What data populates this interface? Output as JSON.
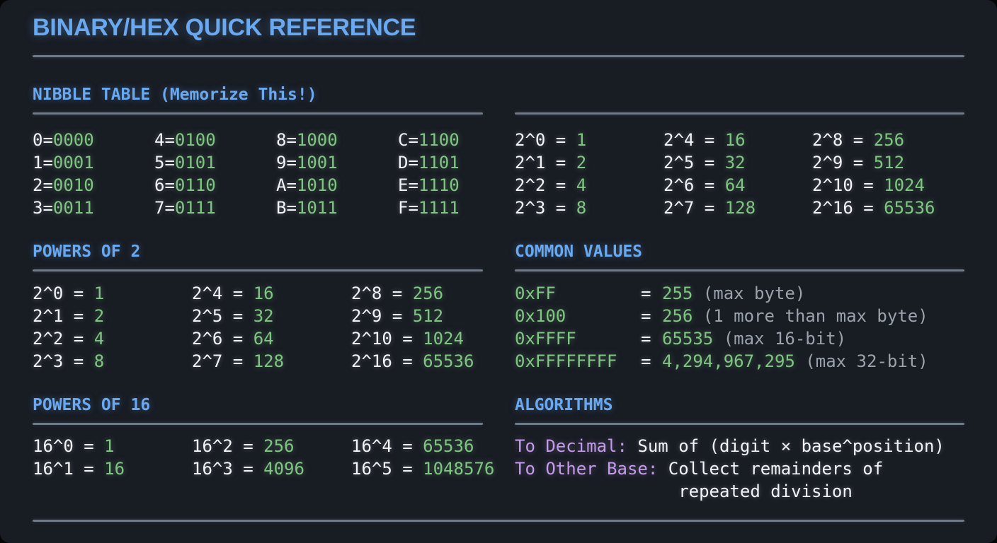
{
  "title": "BINARY/HEX QUICK REFERENCE",
  "colors": {
    "background": "#181c23",
    "accent_blue": "#6aa9f0",
    "value_green": "#81c584",
    "label_purple": "#c49bea",
    "text_white": "#f2f4f7",
    "note_gray": "#9aa3ad",
    "rule_gray": "#6f7a88"
  },
  "sections": {
    "nibble_table": {
      "header": "NIBBLE TABLE (Memorize This!)",
      "rows": [
        [
          {
            "k": "0=",
            "v": "0000"
          },
          {
            "k": "4=",
            "v": "0100"
          },
          {
            "k": "8=",
            "v": "1000"
          },
          {
            "k": "C=",
            "v": "1100"
          }
        ],
        [
          {
            "k": "1=",
            "v": "0001"
          },
          {
            "k": "5=",
            "v": "0101"
          },
          {
            "k": "9=",
            "v": "1001"
          },
          {
            "k": "D=",
            "v": "1101"
          }
        ],
        [
          {
            "k": "2=",
            "v": "0010"
          },
          {
            "k": "6=",
            "v": "0110"
          },
          {
            "k": "A=",
            "v": "1010"
          },
          {
            "k": "E=",
            "v": "1110"
          }
        ],
        [
          {
            "k": "3=",
            "v": "0011"
          },
          {
            "k": "7=",
            "v": "0111"
          },
          {
            "k": "B=",
            "v": "1011"
          },
          {
            "k": "F=",
            "v": "1111"
          }
        ]
      ]
    },
    "powers_of_2_right": {
      "header": "",
      "rows": [
        [
          {
            "k": "2^0 = ",
            "v": "1"
          },
          {
            "k": "2^4 = ",
            "v": "16"
          },
          {
            "k": "2^8 = ",
            "v": "256"
          }
        ],
        [
          {
            "k": "2^1 = ",
            "v": "2"
          },
          {
            "k": "2^5 = ",
            "v": "32"
          },
          {
            "k": "2^9 = ",
            "v": "512"
          }
        ],
        [
          {
            "k": "2^2 = ",
            "v": "4"
          },
          {
            "k": "2^6 = ",
            "v": "64"
          },
          {
            "k": "2^10 = ",
            "v": "1024"
          }
        ],
        [
          {
            "k": "2^3 = ",
            "v": "8"
          },
          {
            "k": "2^7 = ",
            "v": "128"
          },
          {
            "k": "2^16 = ",
            "v": "65536"
          }
        ]
      ]
    },
    "powers_of_2": {
      "header": "POWERS OF 2",
      "rows": [
        [
          {
            "k": "2^0 = ",
            "v": "1"
          },
          {
            "k": "2^4 = ",
            "v": "16"
          },
          {
            "k": "2^8 = ",
            "v": "256"
          }
        ],
        [
          {
            "k": "2^1 = ",
            "v": "2"
          },
          {
            "k": "2^5 = ",
            "v": "32"
          },
          {
            "k": "2^9 = ",
            "v": "512"
          }
        ],
        [
          {
            "k": "2^2 = ",
            "v": "4"
          },
          {
            "k": "2^6 = ",
            "v": "64"
          },
          {
            "k": "2^10 = ",
            "v": "1024"
          }
        ],
        [
          {
            "k": "2^3 = ",
            "v": "8"
          },
          {
            "k": "2^7 = ",
            "v": "128"
          },
          {
            "k": "2^16 = ",
            "v": "65536"
          }
        ]
      ]
    },
    "common_values": {
      "header": "COMMON VALUES",
      "rows": [
        {
          "hex": "0xFF",
          "eq": "=",
          "num": "255",
          "note": "(max byte)"
        },
        {
          "hex": "0x100",
          "eq": "=",
          "num": "256",
          "note": "(1 more than max byte)"
        },
        {
          "hex": "0xFFFF",
          "eq": "=",
          "num": "65535",
          "note": "(max 16-bit)"
        },
        {
          "hex": "0xFFFFFFFF",
          "eq": "=",
          "num": "4,294,967,295",
          "note": "(max 32-bit)"
        }
      ]
    },
    "powers_of_16": {
      "header": "POWERS OF 16",
      "rows": [
        [
          {
            "k": "16^0 = ",
            "v": "1"
          },
          {
            "k": "16^2 = ",
            "v": "256"
          },
          {
            "k": "16^4 = ",
            "v": "65536"
          }
        ],
        [
          {
            "k": "16^1 = ",
            "v": "16"
          },
          {
            "k": "16^3 = ",
            "v": "4096"
          },
          {
            "k": "16^5 = ",
            "v": "1048576"
          }
        ]
      ]
    },
    "algorithms": {
      "header": "ALGORITHMS",
      "lines": [
        {
          "label": "To Decimal:",
          "text": " Sum of (digit × base^position)"
        },
        {
          "label": "To Other Base:",
          "text": " Collect remainders of"
        },
        {
          "label": "",
          "text": "                repeated division"
        }
      ]
    }
  }
}
